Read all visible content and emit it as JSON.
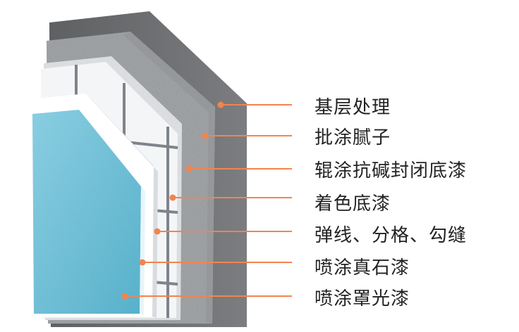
{
  "diagram": {
    "colors": {
      "leader_line": "#f2844e",
      "marker_dot": "#f2844e",
      "label_text": "#222222",
      "base_wall": "#6e6f71",
      "putty_layer": "#a5a8ab",
      "primer_layer": "#e9ebed",
      "grid_lines": "#7d8187",
      "topcoat": "#8fd3e6"
    },
    "layers": [
      {
        "label": "基层处理"
      },
      {
        "label": "批涂腻子"
      },
      {
        "label": "辊涂抗碱封闭底漆"
      },
      {
        "label": "着色底漆"
      },
      {
        "label": "弹线、分格、勾缝"
      },
      {
        "label": "喷涂真石漆"
      },
      {
        "label": "喷涂罩光漆"
      }
    ]
  }
}
